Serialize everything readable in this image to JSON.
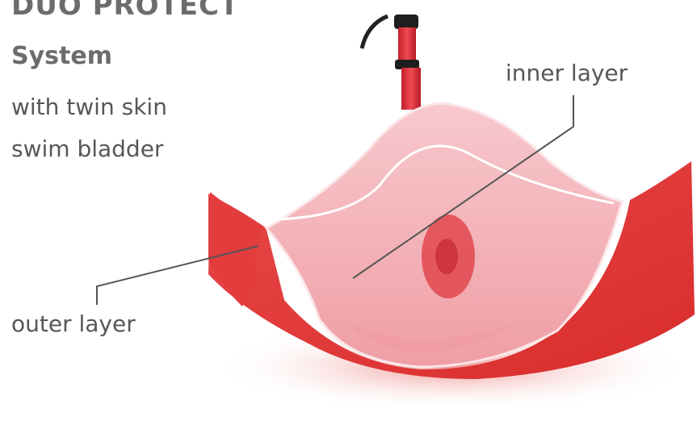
{
  "heading": {
    "title": "DUO PROTECT",
    "subtitle": "System",
    "line1": "with twin skin",
    "line2": "swim bladder"
  },
  "labels": {
    "inner": "inner layer",
    "outer": "outer layer"
  },
  "colors": {
    "text": "#575757",
    "heading": "#6d6c6c",
    "outer_layer": "#e83a3a",
    "inner_layer": "#f4c0c6"
  }
}
